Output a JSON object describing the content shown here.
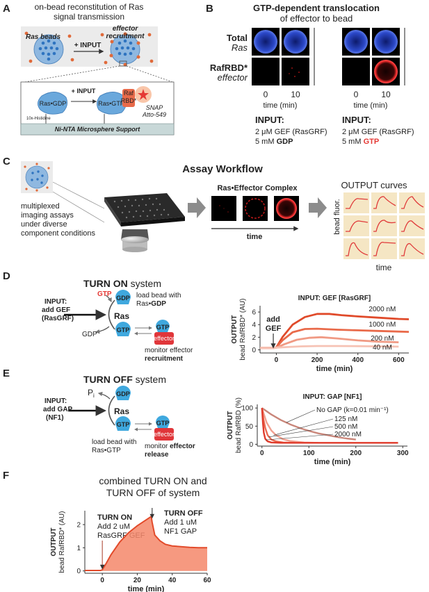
{
  "colors": {
    "ras_blue": "#3fa8de",
    "effector_red": "#e0363a",
    "bead_red": "#e83030",
    "gtp_red": "#e53935",
    "curve_orange": "#f08a6a",
    "panel_bg": "#ebebeb",
    "tile_bg": "#f5e6c4"
  },
  "panelA": {
    "label": "A",
    "title_line1": "on-bead reconstitution of Ras",
    "title_line2": "signal transmission",
    "ras_beads": "Ras beads",
    "input": "+ INPUT",
    "effector_line1": "effector",
    "effector_line2": "recruitment",
    "zoom_input": "+ INPUT",
    "ras_gdp": "Ras•GDP",
    "ras_gtp": "Ras•GTP",
    "raf": "Raf",
    "rbd": "RBD*",
    "snap_line1": "SNAP",
    "snap_line2": "Atto-549",
    "his": "10x-Histidine",
    "support": "Ni-NTA Microsphere Support"
  },
  "panelB": {
    "label": "B",
    "title_line1": "GTP-dependent translocation",
    "title_line2": "of effector to bead",
    "row1_line1": "Total",
    "row1_line2": "Ras",
    "row2_line1": "RafRBD*",
    "row2_line2": "effector",
    "t0": "0",
    "t10": "10",
    "t0b": "0",
    "t10b": "10",
    "time_label": "time (min)",
    "time_label_b": "time (min)",
    "input_left": "INPUT:",
    "gef_left": "2 μM GEF (RasGRF)",
    "nuc_left_prefix": "5 mM ",
    "nuc_left": "GDP",
    "input_right": "INPUT:",
    "gef_right": "2 μM GEF (RasGRF)",
    "nuc_right_prefix": "5 mM ",
    "nuc_right": "GTP"
  },
  "panelC": {
    "label": "C",
    "title": "Assay Workflow",
    "complex": "Ras•Effector Complex",
    "time": "time",
    "output_curves": "OUTPUT curves",
    "bead_fluor": "bead fluor.",
    "time2": "time",
    "desc_line1": "multiplexed",
    "desc_line2": "imaging assays",
    "desc_line3": "under diverse",
    "desc_line4": "component conditions"
  },
  "panelD": {
    "label": "D",
    "system_title_bold": "TURN ON",
    "system_title_rest": " system",
    "gtp": "GTP",
    "gdp_out": "GDP",
    "input_line1": "INPUT:",
    "input_line2": "add GEF",
    "input_line3": "(RasGRF)",
    "ras": "Ras",
    "load_line1": "load bead with",
    "load_line2_prefix": "Ras•",
    "load_line2_bold": "GDP",
    "monitor_line1": "monitor effector",
    "monitor_line2": "recruitment",
    "node_gdp": "GDP",
    "node_gtp": "GTP",
    "eff_gtp": "GTP",
    "effector": "effector"
  },
  "panelE": {
    "label": "E",
    "system_title_bold": "TURN OFF",
    "system_title_rest": " system",
    "pi": "P",
    "pi_sub": "i",
    "input_line1": "INPUT:",
    "input_line2": "add GAP",
    "input_line3": "(NF1)",
    "ras": "Ras",
    "load_line1": "load bead with",
    "load_line2": "Ras•GTP",
    "monitor_line1_prefix": "monitor ",
    "monitor_line1_bold": "effector",
    "monitor_line2": "release",
    "node_gdp": "GDP",
    "node_gtp": "GTP",
    "eff_gtp": "GTP",
    "effector": "effector"
  },
  "panelF": {
    "label": "F",
    "title_line1": "combined TURN ON and",
    "title_line2": "TURN OFF of system",
    "on_title": "TURN ON",
    "on_line1": "Add 2 uM",
    "on_line2": "RasGRF GEF",
    "off_title": "TURN OFF",
    "off_line1": "Add 1 uM",
    "off_line2": "NF1 GAP"
  },
  "chart_data": [
    {
      "type": "line",
      "title": "INPUT:   GEF [RasGRF]",
      "xlabel": "time (min)",
      "ylabel_line1": "OUTPUT",
      "ylabel_line2": "bead RafRBD* (AU)",
      "annotation_line1": "add",
      "annotation_line2": "GEF",
      "xlim": [
        -80,
        650
      ],
      "ylim": [
        -0.5,
        7
      ],
      "xticks": [
        "0",
        "200",
        "400",
        "600"
      ],
      "yticks": [
        "0",
        "2",
        "4",
        "6"
      ],
      "series": [
        {
          "name": "2000 nM",
          "color": "#e04a2a",
          "x": [
            -80,
            -10,
            0,
            30,
            80,
            140,
            200,
            260,
            320,
            400,
            500,
            600,
            650
          ],
          "values": [
            0.3,
            0.3,
            0.4,
            2.0,
            4.0,
            5.2,
            5.7,
            5.7,
            5.5,
            5.3,
            5.1,
            4.9,
            4.85
          ]
        },
        {
          "name": "1000 nM",
          "color": "#e96a4a",
          "x": [
            -80,
            -10,
            0,
            30,
            80,
            140,
            200,
            300,
            400,
            500,
            600,
            650
          ],
          "values": [
            0.3,
            0.3,
            0.4,
            1.5,
            2.8,
            3.3,
            3.35,
            3.2,
            3.1,
            3.0,
            2.9,
            2.85
          ]
        },
        {
          "name": "200 nM",
          "color": "#f09a84",
          "x": [
            -80,
            -10,
            0,
            40,
            100,
            160,
            220,
            300,
            400,
            500,
            600
          ],
          "values": [
            0.3,
            0.3,
            0.35,
            0.9,
            1.6,
            1.9,
            2.0,
            1.8,
            1.5,
            1.3,
            1.2
          ]
        },
        {
          "name": "40 nM",
          "color": "#f6c2b4",
          "x": [
            -80,
            -10,
            0,
            60,
            120,
            200,
            300,
            400,
            500,
            600
          ],
          "values": [
            0.3,
            0.3,
            0.35,
            0.45,
            0.55,
            0.6,
            0.6,
            0.58,
            0.55,
            0.5
          ]
        }
      ]
    },
    {
      "type": "line",
      "title": "INPUT:   GAP [NF1]",
      "xlabel": "time (min)",
      "ylabel_line1": "OUTPUT",
      "ylabel_line2": "bead RafRBD (%)",
      "xlim": [
        -10,
        310
      ],
      "ylim": [
        -5,
        110
      ],
      "xticks": [
        "0",
        "100",
        "200",
        "300"
      ],
      "yticks": [
        "0",
        "50",
        "100"
      ],
      "annotations": [
        "No GAP (k=0.01 min⁻¹)",
        "125 nM",
        "500 nM",
        "2000 nM"
      ],
      "series": [
        {
          "name": "No GAP (k=0.01 min⁻¹)",
          "color": "#c9867a",
          "x": [
            0,
            20,
            40,
            60,
            80,
            100,
            120,
            140,
            160,
            180,
            200
          ],
          "values": [
            100,
            82,
            67,
            55,
            45,
            37,
            30,
            25,
            20,
            16,
            13
          ]
        },
        {
          "name": "125 nM",
          "color": "#f0a090",
          "x": [
            0,
            5,
            10,
            20,
            30,
            45,
            60,
            90,
            120
          ],
          "values": [
            100,
            80,
            60,
            38,
            25,
            14,
            9,
            5,
            4
          ]
        },
        {
          "name": "500 nM",
          "color": "#ea6a52",
          "x": [
            0,
            3,
            7,
            12,
            20,
            30,
            45,
            70
          ],
          "values": [
            100,
            70,
            45,
            25,
            13,
            8,
            5,
            4
          ]
        },
        {
          "name": "2000 nM",
          "color": "#e03a2a",
          "x": [
            0,
            2,
            4,
            7,
            12,
            20,
            40,
            80,
            150,
            230,
            290
          ],
          "values": [
            100,
            60,
            32,
            15,
            8,
            5,
            4,
            4,
            4,
            4,
            4
          ]
        }
      ]
    },
    {
      "type": "area",
      "title": "",
      "xlabel": "time (min)",
      "ylabel_line1": "OUTPUT",
      "ylabel_line2": "bead RafRBD* (AU)",
      "xlim": [
        -10,
        60
      ],
      "ylim": [
        -0.1,
        2.6
      ],
      "xticks": [
        "0",
        "20",
        "40",
        "60"
      ],
      "yticks": [
        "0",
        "1",
        "2"
      ],
      "series": [
        {
          "name": "",
          "color": "#f4876a",
          "x": [
            -10,
            -1,
            0,
            2,
            5,
            10,
            15,
            20,
            25,
            28,
            28.5,
            30,
            33,
            36,
            40,
            45,
            50,
            55,
            60
          ],
          "values": [
            0.02,
            0.02,
            0.05,
            0.3,
            0.7,
            1.25,
            1.65,
            1.95,
            2.2,
            2.35,
            2.1,
            1.55,
            1.3,
            1.15,
            1.08,
            1.05,
            1.02,
            1.0,
            1.0
          ]
        }
      ]
    }
  ]
}
